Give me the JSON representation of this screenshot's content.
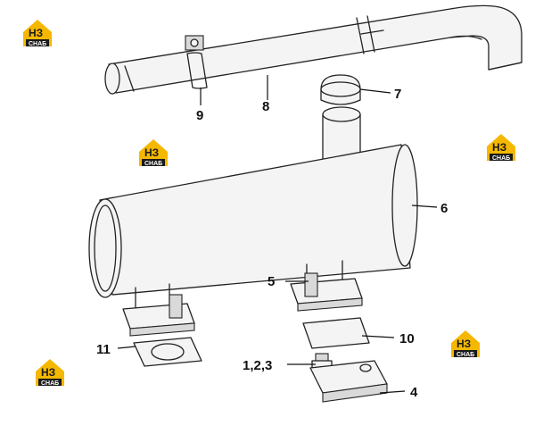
{
  "watermark": {
    "letters": "НЗ",
    "caption": "СНАБ",
    "accent": "#f5b800",
    "dark": "#1a1a1a"
  },
  "callouts": {
    "p1": "1,2,3",
    "p4": "4",
    "p5": "5",
    "p6": "6",
    "p7": "7",
    "p8": "8",
    "p9": "9",
    "p10": "10",
    "p11": "11"
  }
}
